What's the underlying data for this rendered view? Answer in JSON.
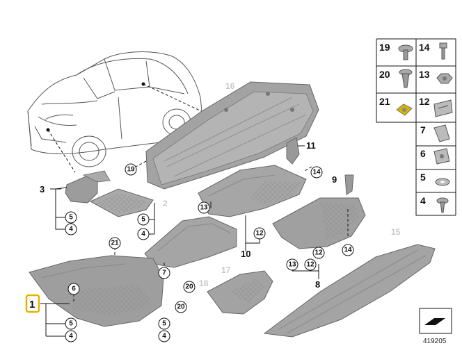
{
  "diagram": {
    "reference_number": "419205",
    "main_part_highlighted": "1",
    "accent_color": "#e8b100",
    "part_fill_color": "#9a9a9a",
    "callouts": {
      "c19": "19",
      "c14a": "14",
      "c13a": "13",
      "c12a": "12",
      "c12b": "12",
      "c12c": "12",
      "c13b": "13",
      "c14b": "14",
      "c21": "21",
      "c7": "7",
      "c20a": "20",
      "c20b": "20",
      "c6": "6",
      "c5a": "5",
      "c4a": "4",
      "c5b": "5",
      "c4b": "4",
      "c5c": "5",
      "c4c": "4",
      "c5d": "5",
      "c4d": "4"
    },
    "labels": {
      "l3": "3",
      "l2": "2",
      "l1": "1",
      "l16": "16",
      "l11": "11",
      "l9": "9",
      "l10": "10",
      "l8": "8",
      "l15": "15",
      "l17": "17",
      "l18": "18"
    },
    "legend": [
      {
        "num": "19",
        "icon": "hex-screw-icon"
      },
      {
        "num": "14",
        "icon": "collar-bolt-icon"
      },
      {
        "num": "20",
        "icon": "expanding-rivet-icon"
      },
      {
        "num": "13",
        "icon": "hex-nut-icon"
      },
      {
        "num": "21",
        "icon": "spring-nut-icon"
      },
      {
        "num": "12",
        "icon": "clip-nut-icon"
      },
      {
        "num": "7",
        "icon": "bracket-clip-icon"
      },
      {
        "num": "6",
        "icon": "sheet-nut-icon"
      },
      {
        "num": "5",
        "icon": "washer-icon"
      },
      {
        "num": "4",
        "icon": "plastic-screw-icon"
      }
    ]
  }
}
